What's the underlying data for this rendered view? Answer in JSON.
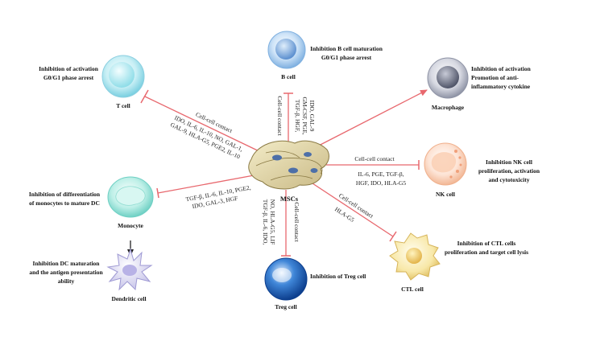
{
  "center": {
    "label": "MSCs"
  },
  "cells": {
    "t_cell": {
      "name": "T cell",
      "effect": [
        "Inhibition of activation",
        "G0/G1 phase arrest"
      ]
    },
    "b_cell": {
      "name": "B cell",
      "effect": [
        "Inhibition B cell maturation",
        "G0/G1 phase arrest"
      ]
    },
    "macrophage": {
      "name": "Macrophage",
      "effect": [
        "Inhibition of activation",
        "Promotion of anti-",
        "inflammatory cytokine"
      ]
    },
    "nk_cell": {
      "name": "NK cell",
      "effect": [
        "Inhibition NK cell",
        "proliferation, activation",
        "and cytotoxicity"
      ]
    },
    "ctl_cell": {
      "name": "CTL cell",
      "effect": [
        "Inhibition of CTL cells",
        "proliferation and target cell lysis"
      ]
    },
    "treg_cell": {
      "name": "Treg cell",
      "effect": [
        "Inhibition of Treg cell"
      ]
    },
    "monocyte": {
      "name": "Monocyte",
      "effect": [
        "Inhibition of differentiation",
        "of monocytes to mature DC"
      ]
    },
    "dendritic_cell": {
      "name": "Dendritic cell",
      "effect": [
        "Inhibition DC maturation",
        "and the antigen presentation",
        "ability"
      ]
    }
  },
  "links": {
    "t_cell": {
      "contact": "Cell-cell contact",
      "factors": [
        "IDO, IL-6, IL-10, NO, GAL-1,",
        "GAL-9, HLA-G5, PGE2, IL-10"
      ]
    },
    "b_cell": {
      "contact": "Cell-cell contact",
      "factors": [
        "TGF-β, HGF,",
        "GM-CSF, PGE,",
        "IDO, GAL-9"
      ]
    },
    "nk_cell": {
      "contact": "Cell-cell  contact",
      "factors": [
        "IL-6, PGE, TGF-β,",
        "HGF, IDO, HLA-G5"
      ]
    },
    "ctl_cell": {
      "contact": "Cell-cell contact",
      "factors": [
        "HLA-G5"
      ]
    },
    "treg_cell": {
      "contact": "Cell-cell contact",
      "factors": [
        "TGF-β, IL-6, IDO,",
        "NO, HLA-G5, LIF"
      ]
    },
    "monocyte": {
      "factors": [
        "TGF-β, IL-6, IL-10, PGE2,",
        "IDO, GAL-3, HGF"
      ]
    }
  },
  "colors": {
    "inhibit_line": "#e8686e",
    "text": "#111111"
  }
}
